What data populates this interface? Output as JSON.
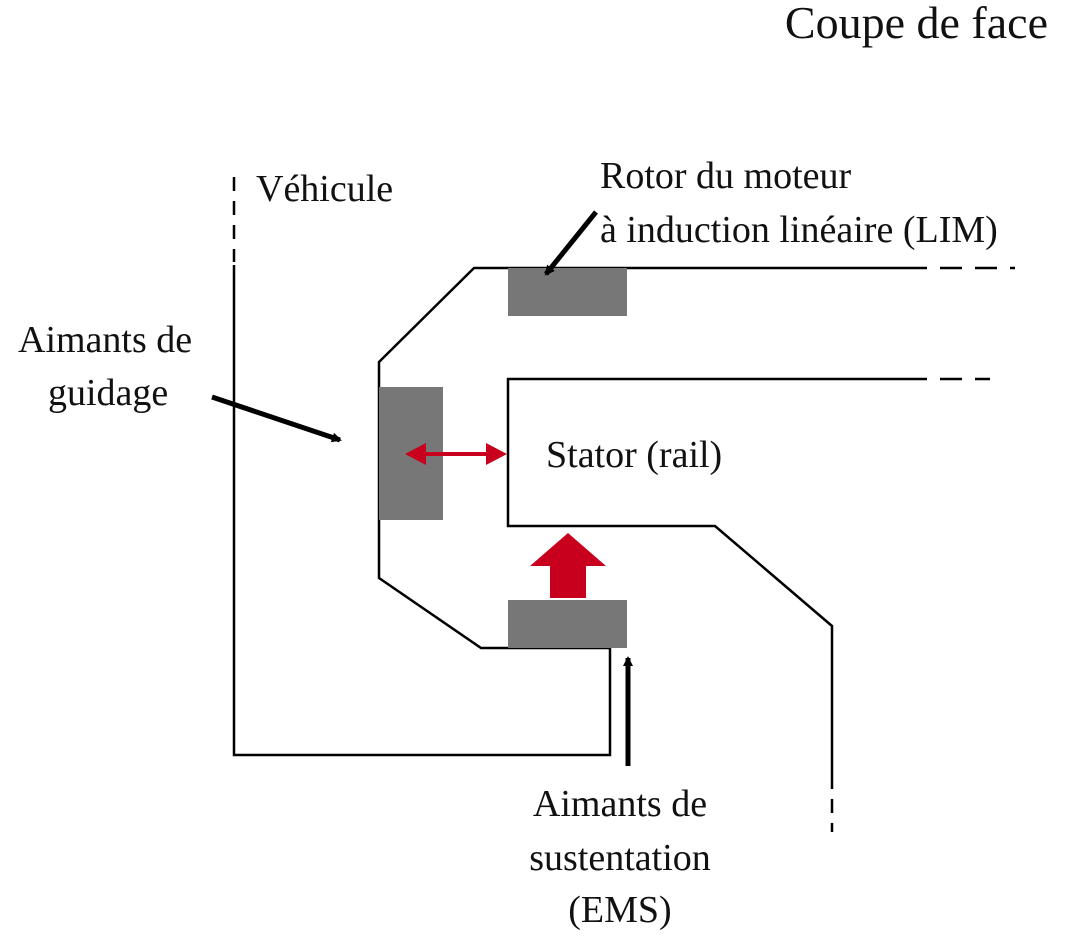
{
  "title": "Coupe de face",
  "labels": {
    "vehicule": "Véhicule",
    "rotor_line1": "Rotor du moteur",
    "rotor_line2": "à induction linéaire (LIM)",
    "guidage_line1": "Aimants de",
    "guidage_line2": "guidage",
    "stator": "Stator (rail)",
    "sustentation_line1": "Aimants de",
    "sustentation_line2": "sustentation",
    "sustentation_line3": "(EMS)"
  },
  "colors": {
    "magnet": "#777777",
    "force_arrow": "#c8001e",
    "outline": "#000000",
    "background": "#ffffff"
  }
}
